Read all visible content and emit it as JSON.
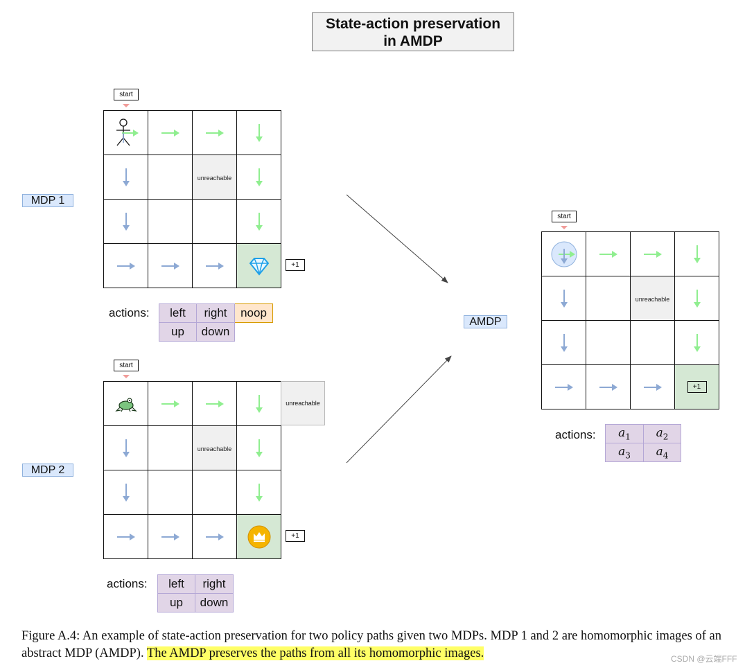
{
  "title": {
    "line1": "State-action preservation",
    "line2": "in AMDP"
  },
  "colors": {
    "green_arrow": "#90ee90",
    "blue_arrow": "#8da9d4",
    "goal_green": "#d5e8d4",
    "unreachable_gray": "#f0f0f0",
    "label_blue": "#dae8fc"
  },
  "labels": {
    "mdp1": "MDP 1",
    "mdp2": "MDP 2",
    "amdp": "AMDP"
  },
  "start_label": "start",
  "reward_label": "+1",
  "unreachable_label": "unreachable",
  "actions_label": "actions:",
  "mdp1": {
    "agent_icon": "stick-figure-icon",
    "goal_icon": "diamond-icon",
    "grid": [
      [
        "agent-right",
        "right",
        "right",
        "down"
      ],
      [
        "down",
        "empty",
        "unreachable",
        "down"
      ],
      [
        "down",
        "empty",
        "empty",
        "down"
      ],
      [
        "right",
        "right",
        "right",
        "goal"
      ]
    ],
    "actions": [
      [
        "left",
        "right",
        "noop"
      ],
      [
        "up",
        "down"
      ]
    ]
  },
  "mdp2": {
    "agent_icon": "frog-icon",
    "goal_icon": "crown-icon",
    "grid": [
      [
        "agent",
        "right",
        "right",
        "down"
      ],
      [
        "down",
        "empty",
        "unreachable",
        "down"
      ],
      [
        "down",
        "empty",
        "empty",
        "down"
      ],
      [
        "right",
        "right",
        "right",
        "goal"
      ]
    ],
    "extra_cell": "unreachable",
    "actions": [
      [
        "left",
        "right"
      ],
      [
        "up",
        "down"
      ]
    ]
  },
  "amdp": {
    "agent_icon": "abstract-state-circle-icon",
    "grid": [
      [
        "agent-right",
        "right",
        "right",
        "down"
      ],
      [
        "down",
        "empty",
        "unreachable",
        "down"
      ],
      [
        "down",
        "empty",
        "empty",
        "down"
      ],
      [
        "right",
        "right",
        "right",
        "goal"
      ]
    ],
    "actions": [
      [
        "a1",
        "a2"
      ],
      [
        "a3",
        "a4"
      ]
    ]
  },
  "caption": {
    "plain": "Figure A.4: An example of state-action preservation for two policy paths given two MDPs. MDP 1 and 2 are homomorphic images of an abstract MDP (AMDP). ",
    "highlight": "The AMDP preserves the paths from all its homomorphic images."
  },
  "watermark": "CSDN @云端FFF"
}
